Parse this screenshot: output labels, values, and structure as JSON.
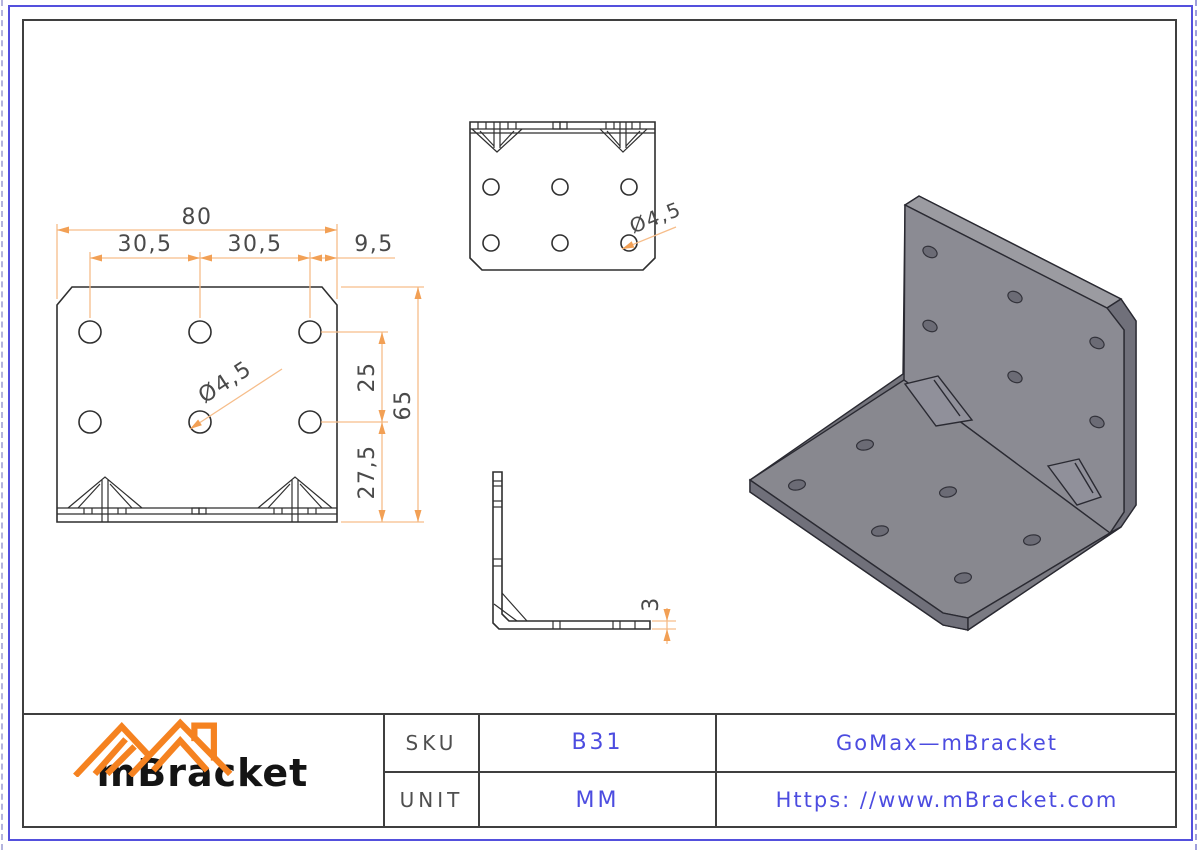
{
  "colors": {
    "page_border_blue": "#5450dd",
    "frame_gray": "#3f3f3f",
    "dimension_line_orange": "#f6bd8a",
    "dimension_arrow_orange": "#f2a055",
    "dimension_text_gray": "#4a4a4a",
    "part_line": "#2f2f2f",
    "logo_orange": "#f58220",
    "accent_text_blue": "#4c4ce0",
    "iso_face_gray": "#8b8b93"
  },
  "front_view": {
    "dim_total_width": "80",
    "dim_hole_pitch_left": "30,5",
    "dim_hole_pitch_right": "30,5",
    "dim_edge_offset": "9,5",
    "dim_row_pitch": "25",
    "dim_total_height": "65",
    "dim_bottom_offset": "27,5",
    "hole_diameter": "Ø4,5"
  },
  "top_view": {
    "hole_diameter": "Ø4,5"
  },
  "side_view": {
    "dim_thickness": "3"
  },
  "title_block": {
    "brand": "mBracket",
    "sku_label": "SKU",
    "sku_value": "B31",
    "unit_label": "UNIT",
    "unit_value": "MM",
    "company": "GoMax—mBracket",
    "website": "Https: //www.mBracket.com"
  }
}
